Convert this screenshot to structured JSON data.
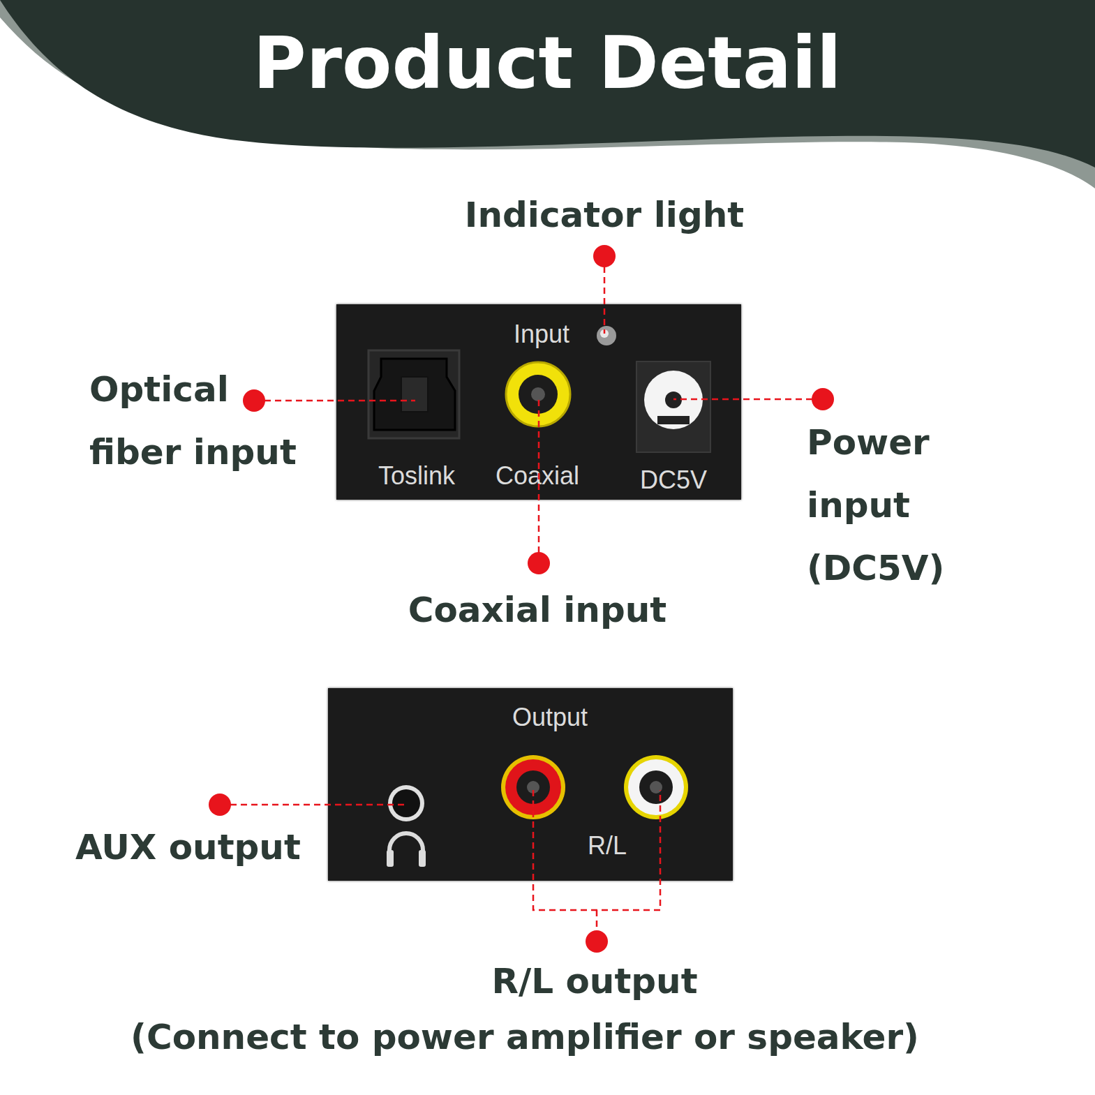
{
  "diagram": {
    "title": "Product Detail",
    "nodes": [
      {
        "text": [
          "Input",
          "Toslink",
          "Coaxial",
          "DC5V"
        ]
      },
      {
        "text": [
          "Output",
          "R/L"
        ]
      }
    ],
    "labels": [
      "Indicator light",
      "Optical fiber input",
      "Power input (DC5V)",
      "Coaxial input",
      "AUX output",
      "R/L output",
      "(Connect to power amplifier or speaker)"
    ]
  }
}
